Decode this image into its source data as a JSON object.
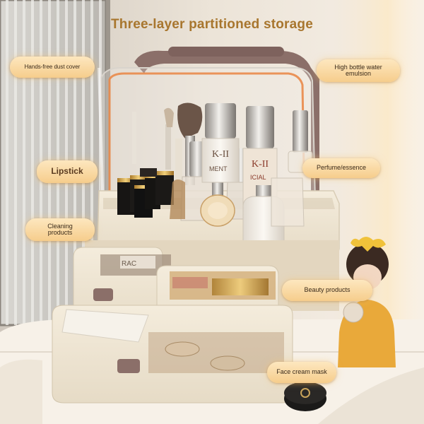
{
  "title": "Three-layer partitioned storage",
  "labels": {
    "dust_cover": "Hands-free dust cover",
    "bottle_line1": "High bottle water",
    "bottle_line2": "emulsion",
    "lipstick": "Lipstick",
    "perfume": "Perfume/essence",
    "cleaning_line1": "Cleaning",
    "cleaning_line2": "products",
    "beauty": "Beauty products",
    "face_cream": "Face cream mask"
  },
  "product_text": {
    "bottle_brand": "K-II",
    "bottle_line": "ICIAL",
    "bottle_line_b": "MENT",
    "drawer_item": "RAC"
  },
  "colors": {
    "background": "#f3ece2",
    "title": "#a8762e",
    "label_fill": "#f6cd8c",
    "box_body": "#efe6d3",
    "handle": "#8b6f69",
    "lid_outline": "#e98a4a"
  },
  "icons": [
    "carry-handle-icon",
    "drawer-knob-icon",
    "girl-figurine-icon"
  ]
}
